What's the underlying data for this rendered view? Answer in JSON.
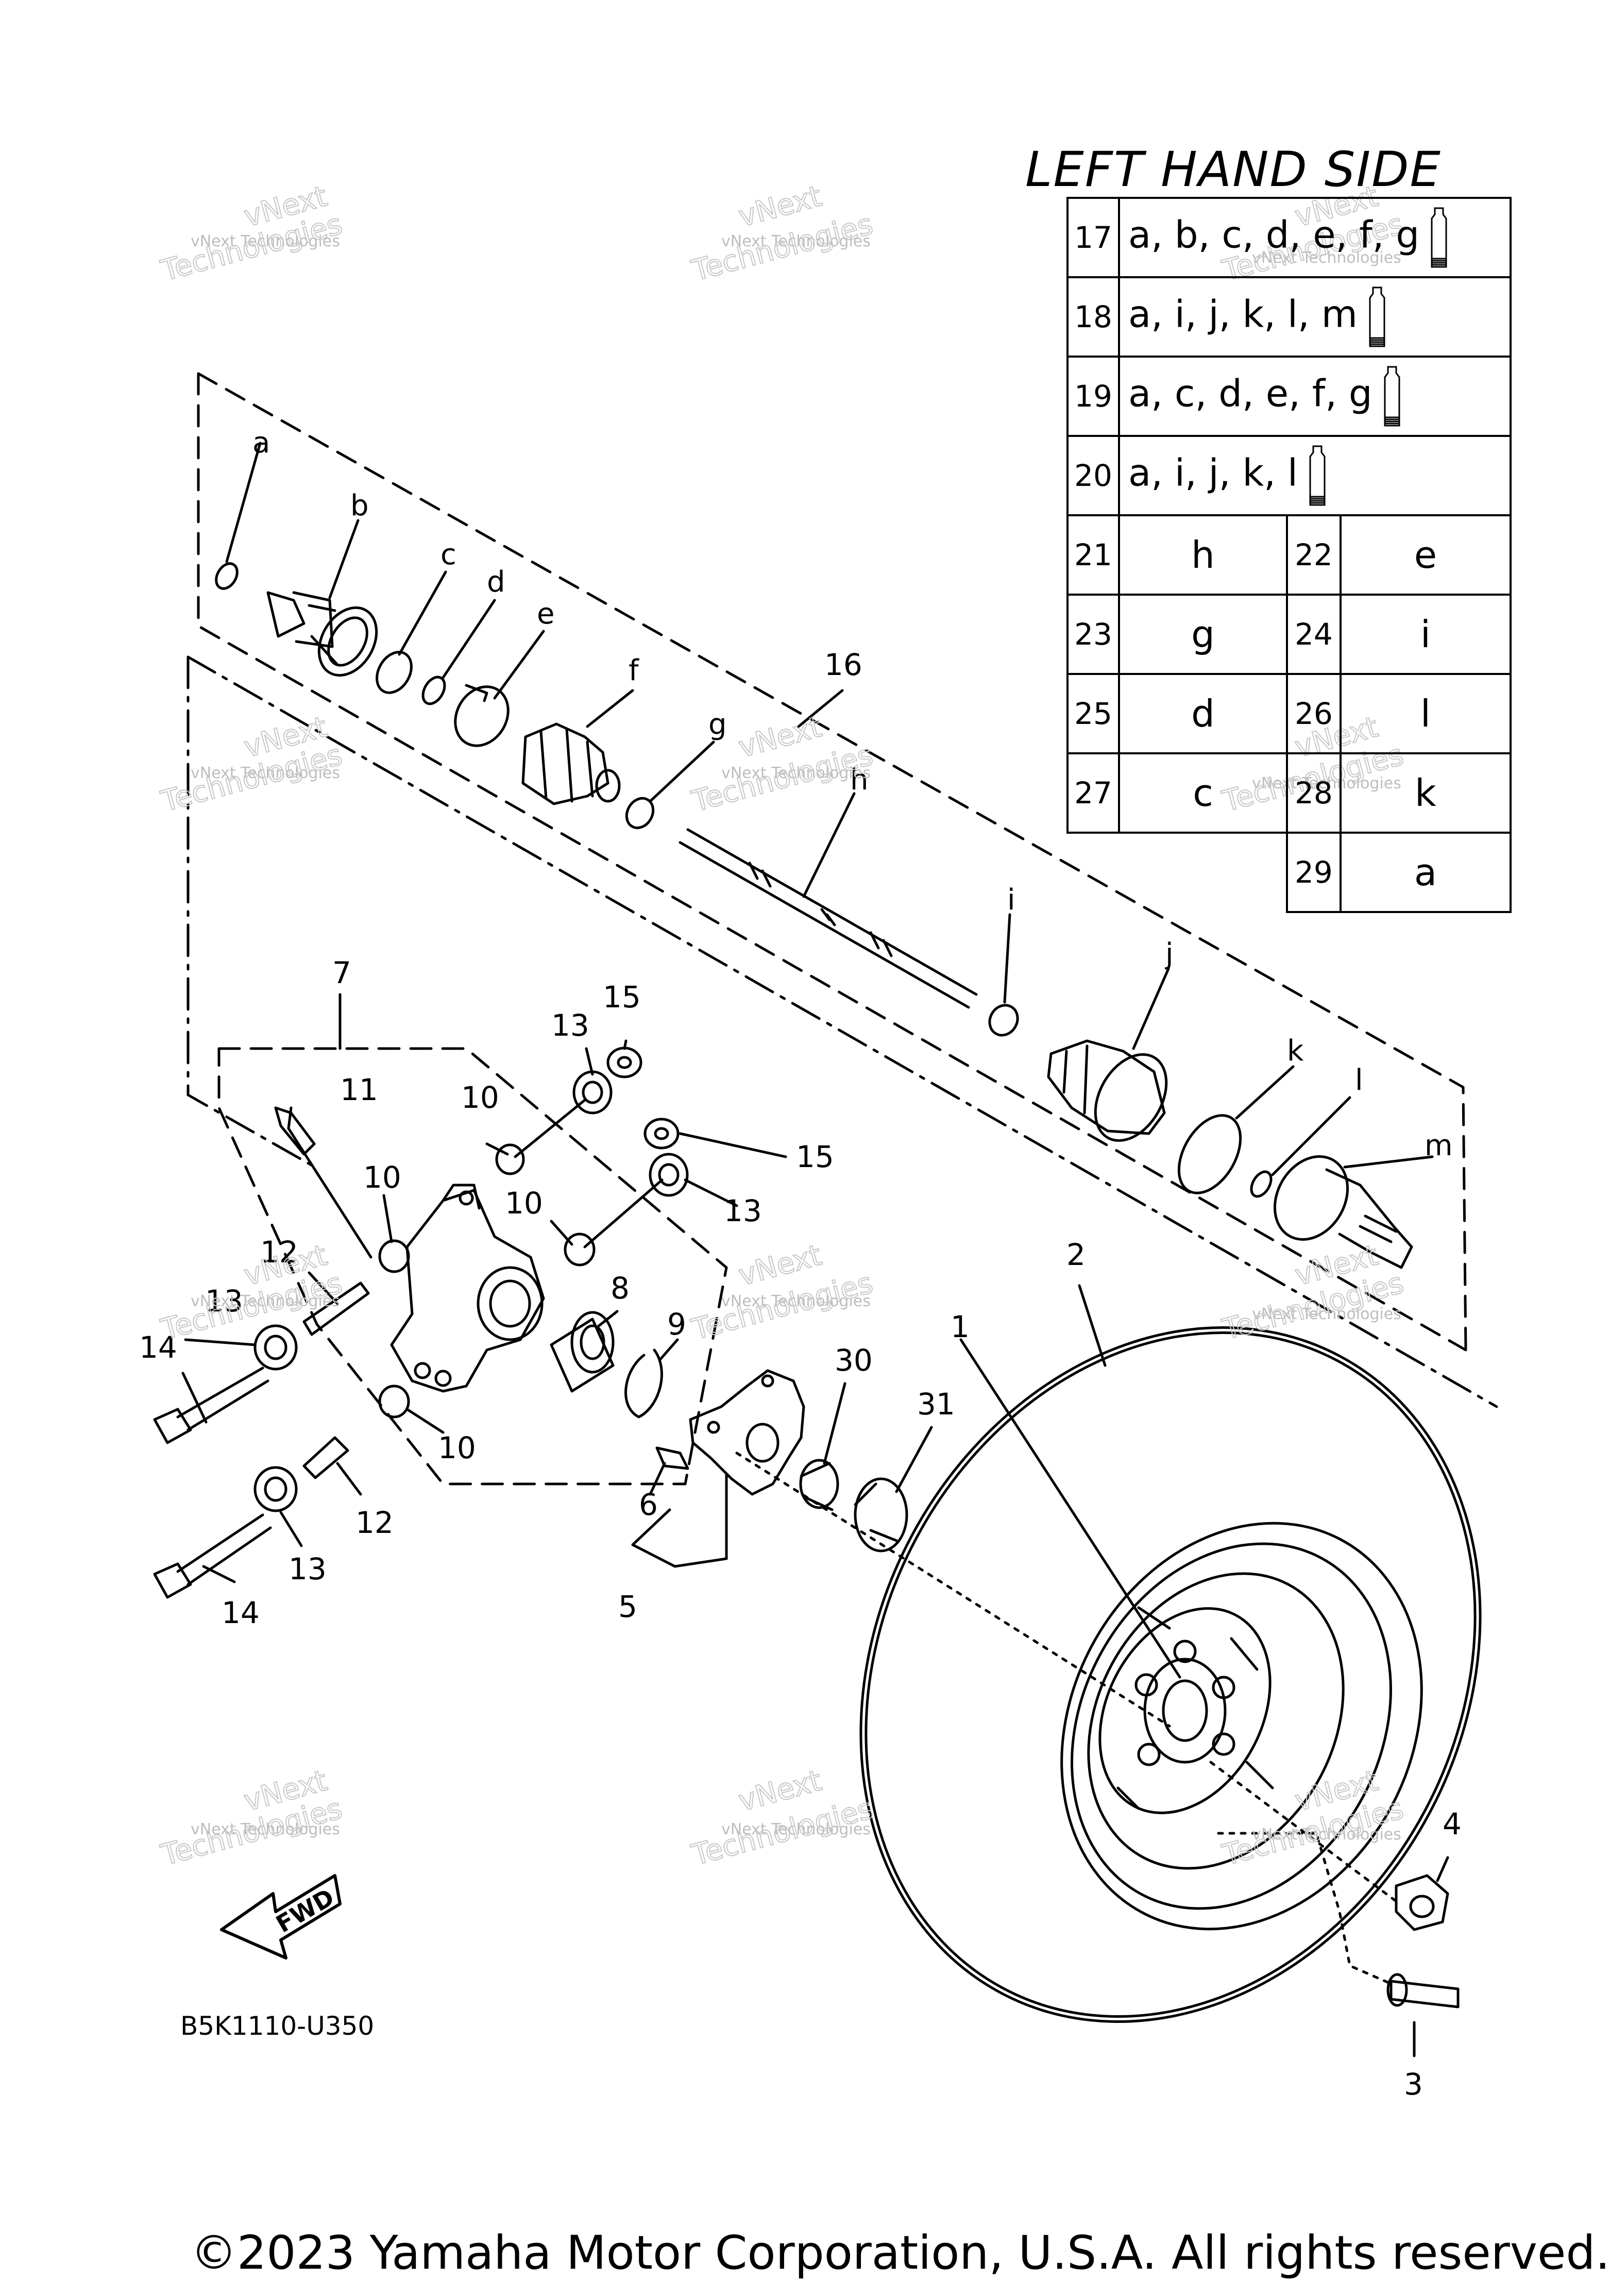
{
  "title": "LEFT HAND SIDE",
  "legend": {
    "wide_rows": [
      {
        "num": "17",
        "parts": "a, b, c, d, e, f, g"
      },
      {
        "num": "18",
        "parts": "a, i, j, k, l, m"
      },
      {
        "num": "19",
        "parts": "a, c, d, e, f, g"
      },
      {
        "num": "20",
        "parts": "a, i, j, k, l"
      }
    ],
    "pair_rows": [
      {
        "n1": "21",
        "v1": "h",
        "n2": "22",
        "v2": "e"
      },
      {
        "n1": "23",
        "v1": "g",
        "n2": "24",
        "v2": "i"
      },
      {
        "n1": "25",
        "v1": "d",
        "n2": "26",
        "v2": "l"
      },
      {
        "n1": "27",
        "v1": "c",
        "n2": "28",
        "v2": "k"
      }
    ],
    "last_row": {
      "num": "29",
      "val": "a"
    }
  },
  "letters": [
    "a",
    "b",
    "c",
    "d",
    "e",
    "f",
    "g",
    "h",
    "i",
    "j",
    "k",
    "l",
    "m"
  ],
  "numbers": [
    "1",
    "2",
    "3",
    "4",
    "5",
    "6",
    "7",
    "8",
    "9",
    "10",
    "11",
    "12",
    "13",
    "14",
    "15",
    "16",
    "30",
    "31"
  ],
  "fwd_label": "FWD",
  "diagram_code": "B5K1110-U350",
  "watermark": {
    "line1": "vNext",
    "line2": "vNext Technologies",
    "line3": "Technologies"
  },
  "copyright": "©2023 Yamaha Motor Corporation, U.S.A. All rights reserved."
}
